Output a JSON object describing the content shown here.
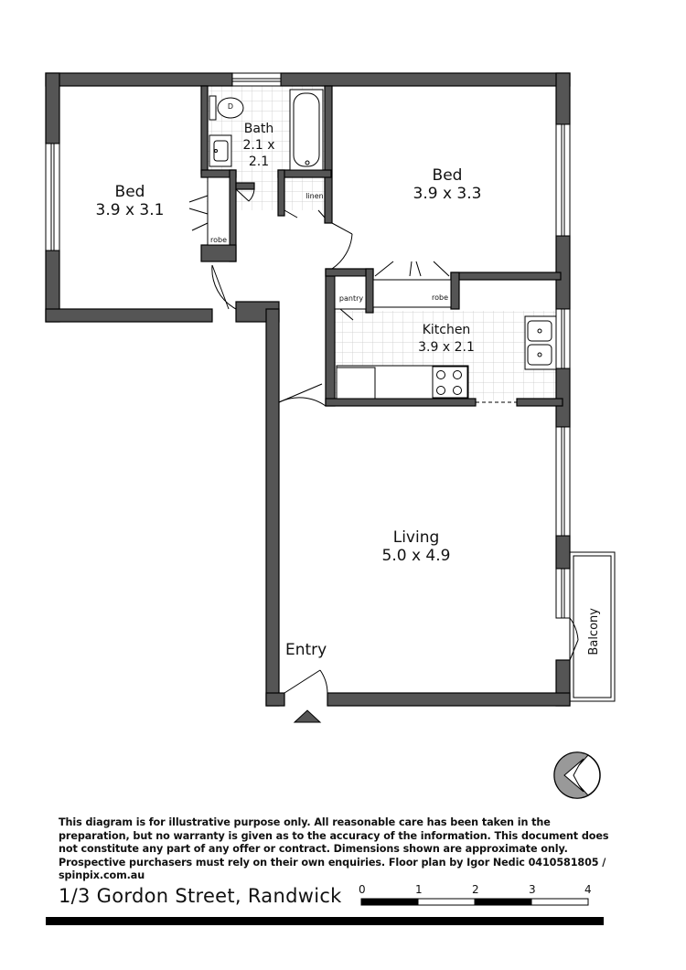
{
  "rooms": {
    "bed1": {
      "name": "Bed",
      "size": "3.9 x 3.1"
    },
    "bed2": {
      "name": "Bed",
      "size": "3.9 x 3.3"
    },
    "bath": {
      "name": "Bath",
      "size_line1": "2.1 x",
      "size_line2": "2.1"
    },
    "kitchen": {
      "name": "Kitchen",
      "size": "3.9 x 2.1"
    },
    "living": {
      "name": "Living",
      "size": "5.0 x 4.9"
    }
  },
  "labels": {
    "entry": "Entry",
    "balcony": "Balcony",
    "robe_bed1": "robe",
    "robe_bed2": "robe",
    "linen": "linen",
    "pantry": "pantry",
    "toilet": "D"
  },
  "disclaimer": "This diagram is for illustrative purpose only. All reasonable care has been taken in the preparation, but no warranty is given as to the accuracy of the information. This document does not constitute any part of any offer or contract. Dimensions shown are approximate only. Prospective purchasers must rely on their own enquiries. Floor plan by Igor Nedic 0410581805 / spinpix.com.au",
  "address": "1/3 Gordon Street, Randwick",
  "scale": {
    "ticks": [
      "0",
      "1",
      "2",
      "3",
      "4"
    ]
  },
  "colors": {
    "wall": "#555555",
    "wall_stroke": "#000000",
    "background": "#ffffff"
  }
}
